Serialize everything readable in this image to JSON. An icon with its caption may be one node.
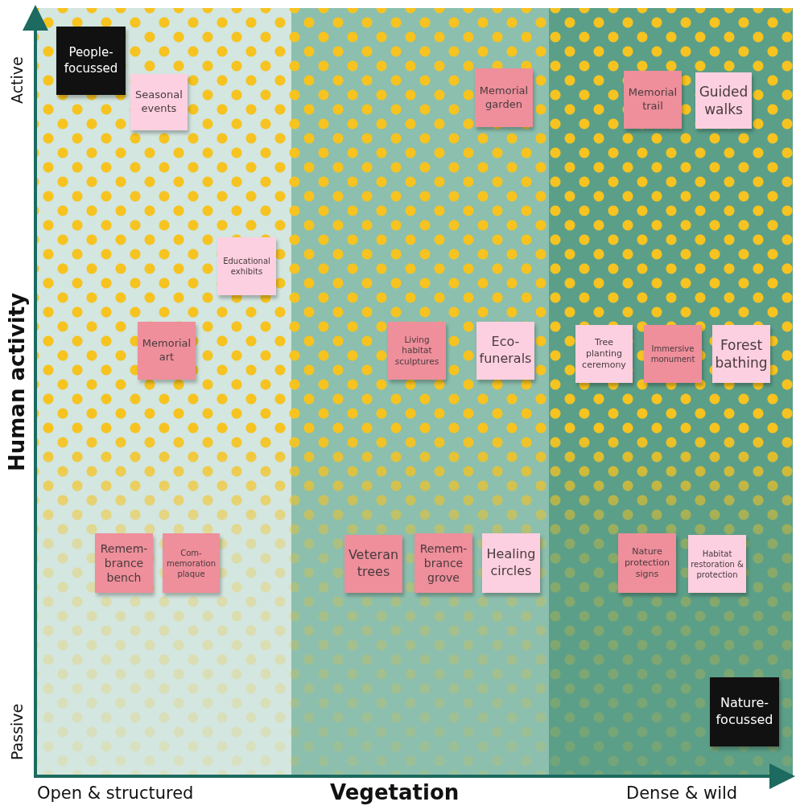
{
  "diagram": {
    "nodes": [
      {
        "text": [
          "People-focussed"
        ]
      },
      {
        "text": [
          "Seasonal events"
        ]
      },
      {
        "text": [
          "Memorial garden"
        ]
      },
      {
        "text": [
          "Memorial trail"
        ]
      },
      {
        "text": [
          "Guided walks"
        ]
      },
      {
        "text": [
          "Educational exhibits"
        ]
      },
      {
        "text": [
          "Memorial art"
        ]
      },
      {
        "text": [
          "Living habitat sculptures"
        ]
      },
      {
        "text": [
          "Eco-funerals"
        ]
      },
      {
        "text": [
          "Tree planting ceremony"
        ]
      },
      {
        "text": [
          "Immersive monument"
        ]
      },
      {
        "text": [
          "Forest bathing"
        ]
      },
      {
        "text": [
          "Remem-brance bench"
        ]
      },
      {
        "text": [
          "Com-memoration plaque"
        ]
      },
      {
        "text": [
          "Veteran trees"
        ]
      },
      {
        "text": [
          "Remem-brance grove"
        ]
      },
      {
        "text": [
          "Healing circles"
        ]
      },
      {
        "text": [
          "Nature protection signs"
        ]
      },
      {
        "text": [
          "Habitat restoration & protection"
        ]
      },
      {
        "text": [
          "Nature-focussed"
        ]
      }
    ],
    "labels": [
      "Active",
      "Human activity",
      "Passive",
      "Open & structured",
      "Vegetation",
      "Dense & wild"
    ]
  }
}
